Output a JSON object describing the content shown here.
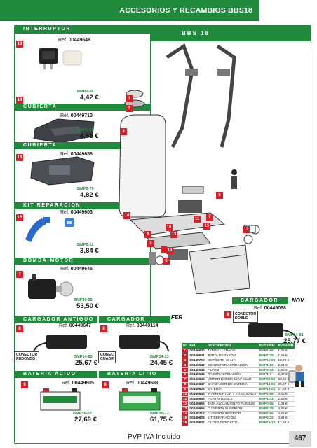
{
  "header": {
    "title": "ACCESORIOS Y RECAMBIOS BBS18"
  },
  "product_title": "BBS 18",
  "accessories": [
    {
      "id": "interruptor",
      "name": "INTERRUPTOR",
      "num": "10",
      "ref_label": "Ref.",
      "ref": "00449648",
      "code": "BMP2-56",
      "price": "4,42 €"
    },
    {
      "id": "cubierta1",
      "name": "CUBIERTA",
      "num": "14",
      "ref_label": "Ref.",
      "ref": "00449710",
      "code": "BMP2-69",
      "price": "4,65 €"
    },
    {
      "id": "cubierta2",
      "name": "CUBIERTA",
      "num": "13",
      "ref_label": "Ref.",
      "ref": "00449656",
      "code": "BMP2-79",
      "price": "4,82 €"
    },
    {
      "id": "kit",
      "name": "KIT REPARACIÓN",
      "num": "15",
      "ref_label": "Ref.",
      "ref": "00449603",
      "code": "BMP2-22",
      "price": "3,84 €"
    },
    {
      "id": "bomba",
      "name": "BOMBA-MOTOR",
      "num": "7",
      "ref_label": "Ref.",
      "ref": "00449645",
      "code": "BMP30-95",
      "price": "53,50 €"
    }
  ],
  "chargers": [
    {
      "id": "antiguo",
      "name": "CARGADOR ANTIGUO",
      "num": "8",
      "ref_label": "Ref.",
      "ref": "00449647",
      "code": "BMP14-85",
      "price": "25,67 €",
      "connector": "CONECTOR\nREDONDO"
    },
    {
      "id": "cargador",
      "name": "CARGADOR",
      "num": "8",
      "ref_label": "Ref.",
      "ref": "00449114",
      "code": "BMP14-13",
      "price": "24,45 €",
      "connector": "CONEC\nCUADR",
      "brand": "FER"
    },
    {
      "id": "cargador_nuevo",
      "name": "CARGADOR",
      "tag": "NOV",
      "num": "8",
      "ref_label": "Ref.",
      "ref": "00449098",
      "code": "BMP14-81",
      "price": "25,77 €",
      "connector": "CONECTOR\nDOBLE"
    }
  ],
  "batteries": [
    {
      "id": "acido",
      "name": "BATERÍA ÁCIDO",
      "num": "9",
      "ref_label": "Ref.",
      "ref": "00449605",
      "code": "BMP16-02",
      "price": "27,69 €"
    },
    {
      "id": "litio",
      "name": "BATERÍA LITIO",
      "num": "9",
      "ref_label": "Ref.",
      "ref": "00449689",
      "code": "BMP35-72",
      "price": "61,75 €"
    }
  ],
  "diagram_callouts": [
    "1",
    "2",
    "3",
    "4",
    "5",
    "6",
    "7",
    "9",
    "10",
    "11",
    "12",
    "13",
    "14",
    "15",
    "16"
  ],
  "parts_table": {
    "headers": [
      "Nº",
      "Ref.",
      "DESCRIPCIÓN",
      "PVP €/PM",
      "PVP €/PM"
    ],
    "rows": [
      [
        "1",
        "00449640",
        "TAPÓN LLENADO",
        "BMP1-66",
        "1,55 €"
      ],
      [
        "2",
        "00449641",
        "JUNTA DE TAPÓN",
        "BMP1-28",
        "1,55 €"
      ],
      [
        "3",
        "00449709",
        "DEPÓSITO 18 LIT.",
        "BMP10-88",
        "10,78 €"
      ],
      [
        "4",
        "00449642",
        "CONECTOR ASPIRACIÓN",
        "BMP1-19",
        "2,84 €"
      ],
      [
        "5",
        "00449643",
        "FILTRO",
        "BMP0-63",
        "1,08 €"
      ],
      [
        "6",
        "00449644",
        "RACOR ASPIRACIÓN",
        "BMP1-7",
        "2,07 €"
      ],
      [
        "7",
        "00449645",
        "MOTOR-BOMBA 12 V/ 5BAR",
        "BMP30-95",
        "53,50 €"
      ],
      [
        "8",
        "00449647",
        "CARGADOR DE BATERÍA",
        "BMP14-85",
        "25,67 €"
      ],
      [
        "9",
        "00449605",
        "BATERÍA",
        "BMP16-02",
        "27,69 €"
      ],
      [
        "10",
        "00449648",
        "INTERRUPTOR 3 POSICIONES",
        "BMP2-56",
        "4,42 €"
      ],
      [
        "11",
        "00449649",
        "PORTAFUSIBLE",
        "BMP1-31",
        "2,55 €"
      ],
      [
        "12",
        "00449655",
        "TAPA ALOJAMIENTO FUSIBLE",
        "BMP0-58",
        "1,34 €"
      ],
      [
        "13",
        "00449656",
        "CUBIERTA SUPERIOR",
        "BMP2-79",
        "4,82 €"
      ],
      [
        "14",
        "00449710",
        "CUBIERTA INFERIOR",
        "BMP2-69",
        "4,65 €"
      ],
      [
        "15",
        "00449603",
        "KIT REPARACIÓN",
        "BMP2-22",
        "3,84 €"
      ],
      [
        "16",
        "00449637",
        "FILTRO DEPÓSITO",
        "BMP16-32",
        "17,86 €"
      ]
    ]
  },
  "footer": {
    "note": "PVP IVA Incluido",
    "page": "467"
  },
  "colors": {
    "brand_green": "#1f8a3c",
    "callout_red": "#d61f26"
  }
}
